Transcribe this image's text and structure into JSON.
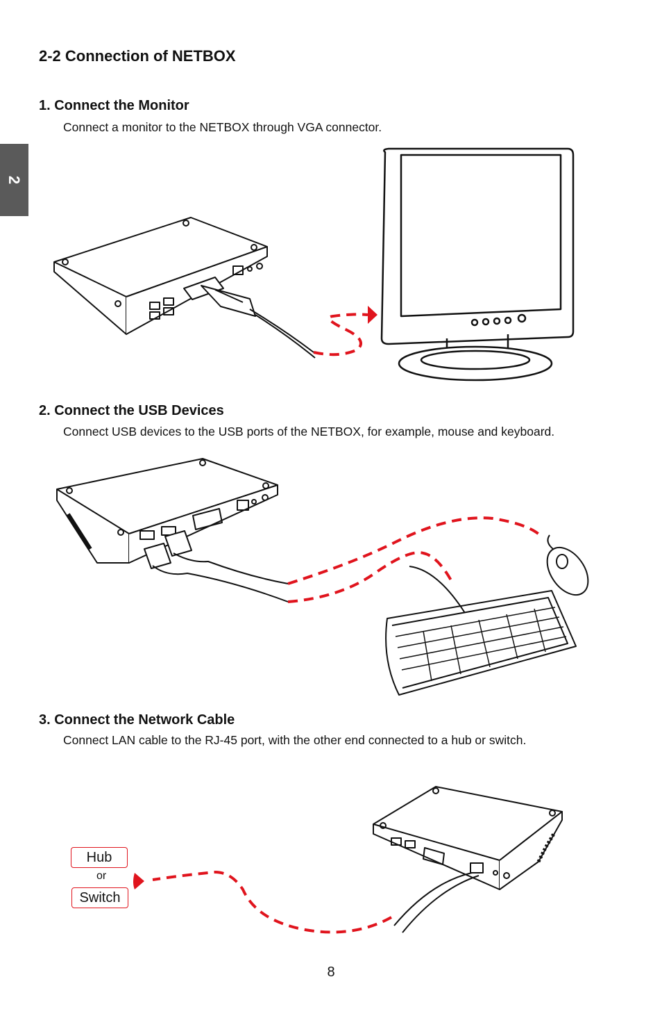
{
  "side_tab": {
    "label": "2"
  },
  "section": {
    "title": "2-2  Connection of NETBOX"
  },
  "steps": [
    {
      "title": "1.  Connect the Monitor",
      "description": "Connect a monitor to the NETBOX through VGA connector."
    },
    {
      "title": "2.  Connect the USB Devices",
      "description": "Connect USB devices to the USB ports of the NETBOX, for example, mouse and keyboard."
    },
    {
      "title": "3.  Connect the Network Cable",
      "description": "Connect LAN cable to the RJ-45 port, with the other end connected to a hub or switch."
    }
  ],
  "network_labels": {
    "hub": "Hub",
    "or": "or",
    "switch": "Switch"
  },
  "page": {
    "number": "8"
  },
  "colors": {
    "accent": "#e0141d",
    "tab": "#5a5a5a"
  }
}
